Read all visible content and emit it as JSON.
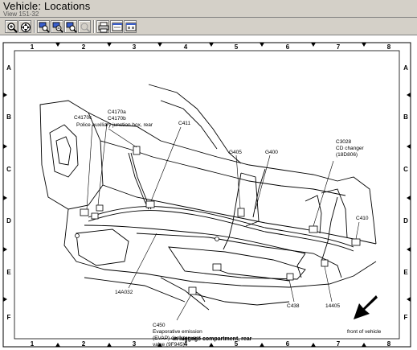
{
  "window": {
    "title": "Vehicle:  Locations",
    "subtitle": "View 151-32"
  },
  "toolbar": {
    "buttons": [
      {
        "name": "zoom-in-button",
        "icon": "magnifier-plus-icon"
      },
      {
        "name": "pan-button",
        "icon": "four-way-arrow-icon"
      },
      {
        "name": "zoom-window-button",
        "icon": "magnifier-window-icon"
      },
      {
        "name": "zoom-fit-button",
        "icon": "magnifier-fit-icon"
      },
      {
        "name": "zoom-out-button",
        "icon": "magnifier-minus-icon"
      },
      {
        "name": "disabled-zoom-button",
        "icon": "magnifier-disabled-icon"
      },
      {
        "name": "print-button",
        "icon": "printer-icon"
      },
      {
        "name": "copy-button",
        "icon": "copy-icon"
      },
      {
        "name": "view-button",
        "icon": "window-icon"
      }
    ]
  },
  "grid": {
    "columns": [
      "1",
      "2",
      "3",
      "4",
      "5",
      "6",
      "7",
      "8"
    ],
    "rows": [
      "A",
      "B",
      "C",
      "D",
      "E",
      "F"
    ]
  },
  "labels": {
    "c4170c": "C4170c",
    "c4170a": "C4170a",
    "c4170b": "C4170b",
    "police_box": "Police auxiliary junction box, rear",
    "c411": "C411",
    "g405": "G405",
    "g400": "G400",
    "c3028": "C3028",
    "cd_changer": "CD changer",
    "cd_part": "(18D806)",
    "c410": "C410",
    "w14a032": "14A032",
    "c438": "C438",
    "w14405": "14405",
    "c450": "C450",
    "evap_1": "Evaporative emission",
    "evap_2": "(EVAP) canister vent",
    "evap_3": "valve (9F945)",
    "front_of_vehicle": "front of vehicle",
    "caption": "in luggage compartment, rear"
  }
}
